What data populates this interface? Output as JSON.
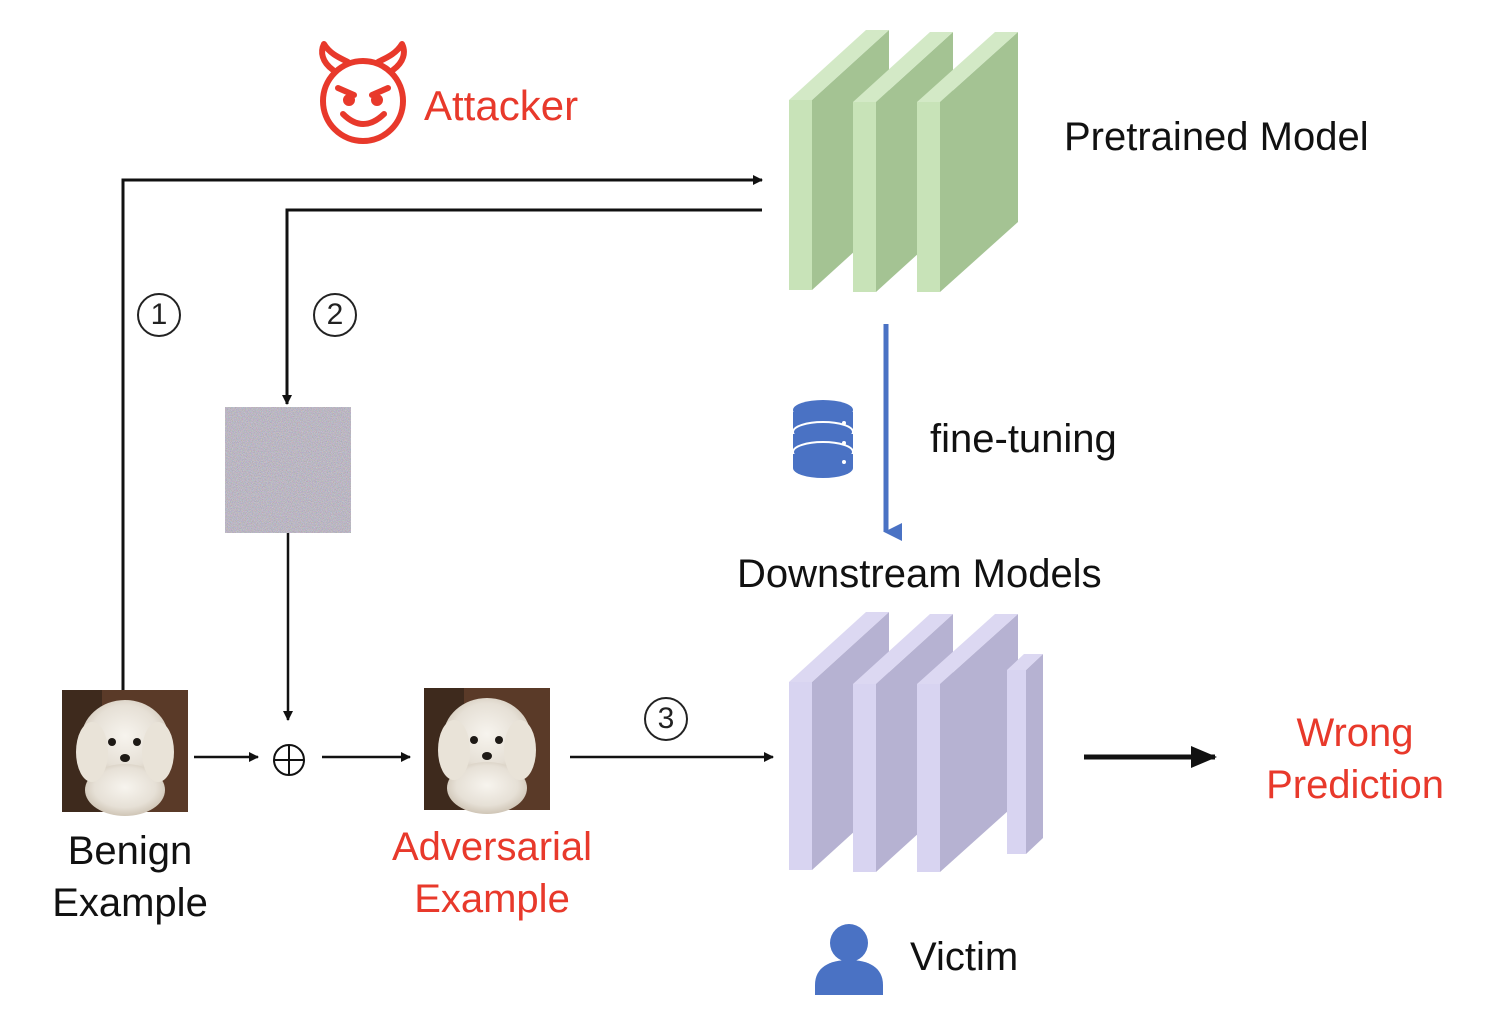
{
  "attacker": {
    "label": "Attacker",
    "icon": "devil-face-icon",
    "color": "#e8392b"
  },
  "pretrained_model": {
    "label": "Pretrained Model",
    "color": "#a4c393"
  },
  "fine_tuning": {
    "label": "fine-tuning",
    "icon": "database-icon",
    "arrow_color": "#4a72c4"
  },
  "downstream_models": {
    "label": "Downstream Models",
    "color": "#b6b2d2"
  },
  "victim": {
    "label": "Victim",
    "icon": "user-icon",
    "color": "#4a72c4"
  },
  "benign_example": {
    "line1": "Benign",
    "line2": "Example"
  },
  "adversarial_example": {
    "line1": "Adversarial",
    "line2": "Example"
  },
  "output": {
    "line1": "Wrong",
    "line2": "Prediction"
  },
  "perturbation": {
    "icon": "noise-perturbation-image"
  },
  "operator": {
    "symbol": "⊕"
  },
  "steps": [
    "1",
    "2",
    "3"
  ]
}
